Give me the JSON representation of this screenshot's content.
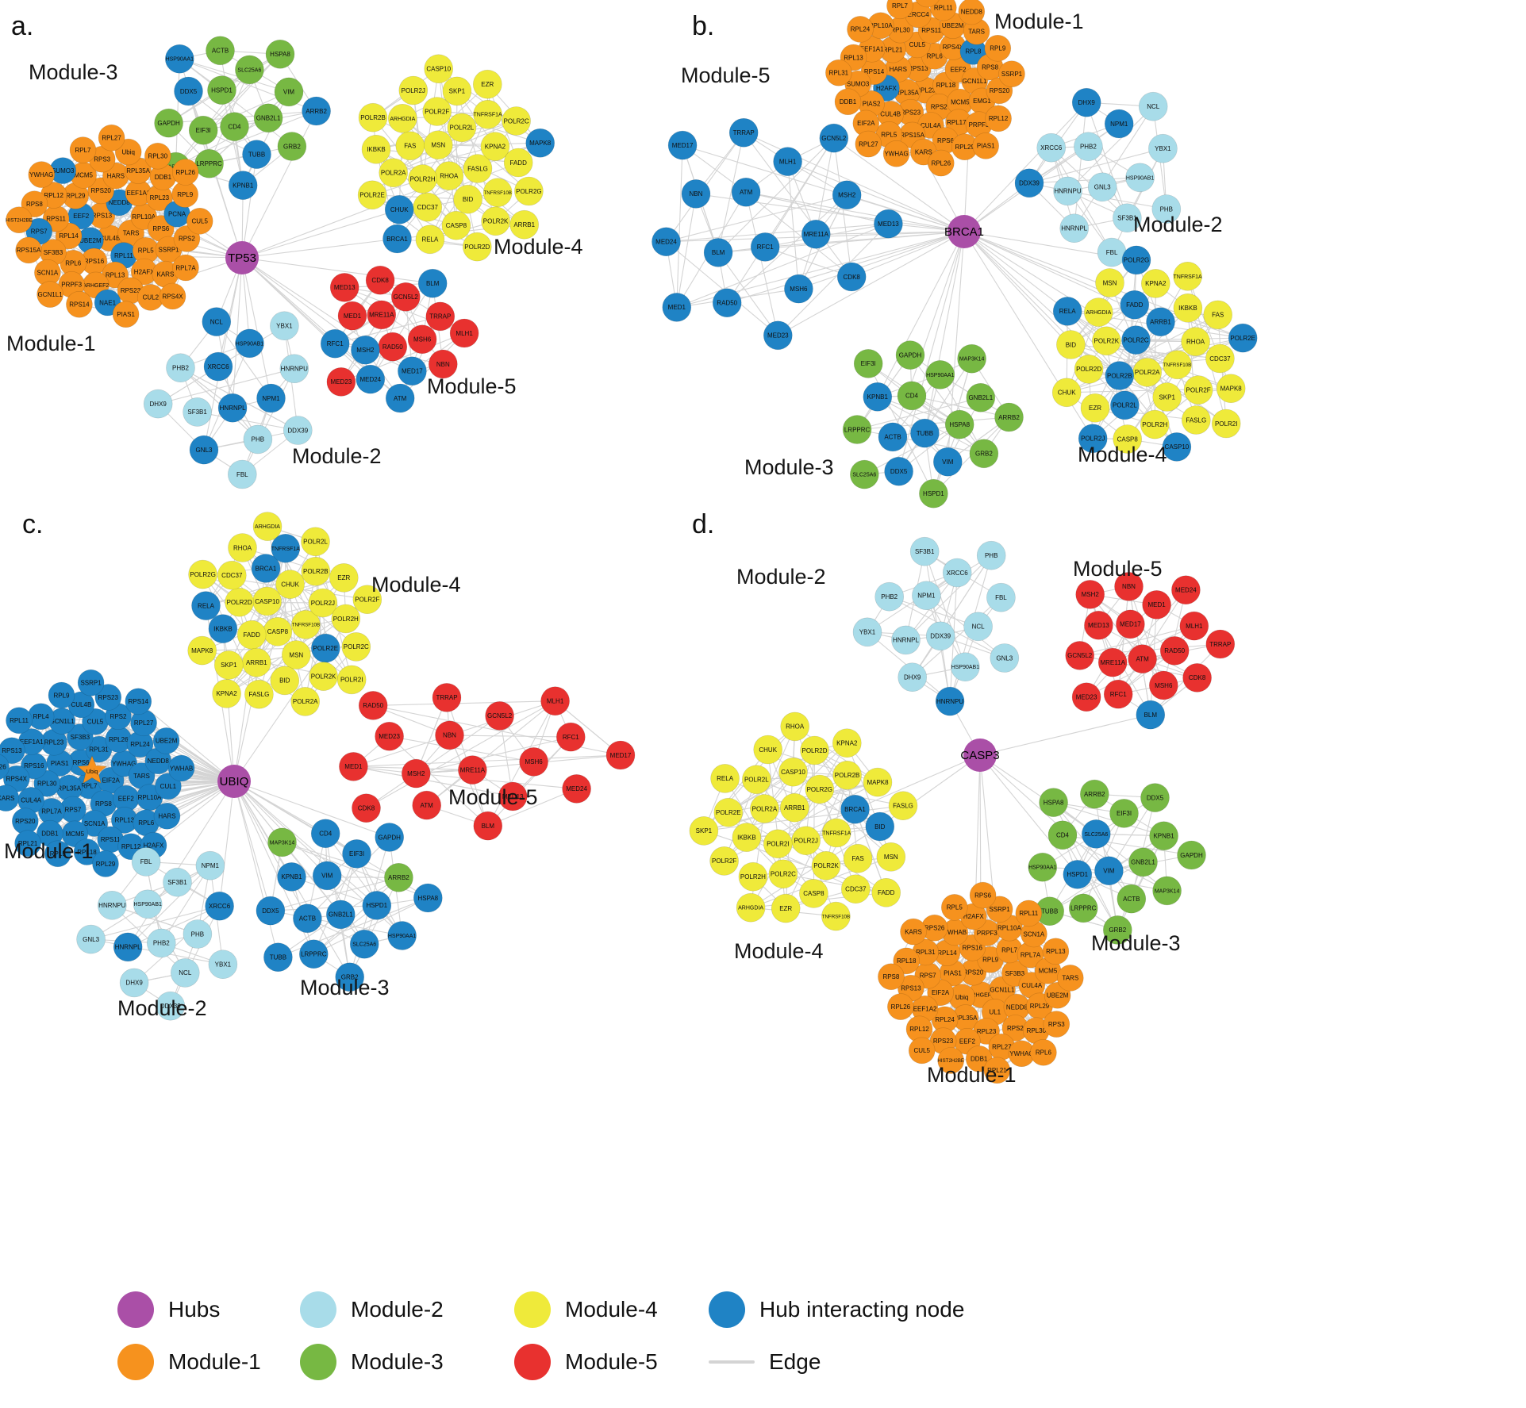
{
  "colors": {
    "hub": "#AA4FA7",
    "module1": "#F6921E",
    "module2": "#A8DCE9",
    "module3": "#77B843",
    "module4": "#EFEA3A",
    "module5": "#E8312F",
    "hub_interacting": "#1F83C5",
    "edge": "#D4D4D4"
  },
  "legend": [
    {
      "label": "Hubs",
      "color_key": "hub",
      "shape": "circle"
    },
    {
      "label": "Module-2",
      "color_key": "module2",
      "shape": "circle"
    },
    {
      "label": "Module-4",
      "color_key": "module4",
      "shape": "circle"
    },
    {
      "label": "Hub interacting node",
      "color_key": "hub_interacting",
      "shape": "circle"
    },
    {
      "label": "Module-1",
      "color_key": "module1",
      "shape": "circle"
    },
    {
      "label": "Module-3",
      "color_key": "module3",
      "shape": "circle"
    },
    {
      "label": "Module-5",
      "color_key": "module5",
      "shape": "circle"
    },
    {
      "label": "Edge",
      "color_key": "edge",
      "shape": "line"
    }
  ],
  "panels": [
    {
      "id": "a",
      "letter": "a.",
      "hub": "TP53",
      "modules": [
        {
          "key": "module3",
          "label": "Module-3",
          "nodes": [
            "CD4",
            "HSPD1",
            "GNB2L1",
            "EIF3I",
            "SLC25A6",
            "TUBB",
            "DDX5",
            "VIM",
            "LRPPRC",
            "ACTB",
            "GRB2",
            "GAPDH",
            "HSPA8",
            "KPNB1",
            "HSP90AA1",
            "ARRB2",
            "MAP3K14"
          ],
          "hub_interacting": [
            "TUBB",
            "DDX5",
            "KPNB1",
            "HSP90AA1",
            "ARRB2"
          ]
        },
        {
          "key": "module4",
          "label": "Module-4",
          "nodes": [
            "RHOA",
            "MSN",
            "FASLG",
            "POLR2H",
            "POLR2L",
            "BID",
            "FAS",
            "KPNA2",
            "CDC37",
            "POLR2F",
            "TNFRSF10B",
            "POLR2A",
            "TNFRSF1A",
            "CASP8",
            "ARHGDIA",
            "FADD",
            "CHUK",
            "SKP1",
            "POLR2K",
            "IKBKB",
            "POLR2C",
            "RELA",
            "POLR2J",
            "POLR2G",
            "POLR2E",
            "EZR",
            "POLR2D",
            "POLR2B",
            "MAPK8",
            "BRCA1",
            "CASP10",
            "ARRB1"
          ],
          "hub_interacting": [
            "CHUK",
            "MAPK8",
            "BRCA1"
          ]
        },
        {
          "key": "module1",
          "label": "Module-1",
          "nodes": [
            "CUL4B",
            "RPS13",
            "TARS",
            "UBE2M",
            "NEDD8",
            "RPL11",
            "EEF2",
            "RPL10A",
            "RPS16",
            "RPS20",
            "RPL5",
            "RPL14",
            "EEF1A1",
            "RPL13",
            "RPL29",
            "RPS6",
            "RPL6",
            "HARS",
            "H2AFX",
            "RPS11",
            "RPL23",
            "ARHGEF2",
            "MCM5",
            "SSRP1",
            "SF3B3",
            "RPL35A",
            "RPS23",
            "RPL12",
            "PCNA",
            "PRPF3",
            "RPS3",
            "KARS",
            "RPS7",
            "DDB1",
            "NAE1",
            "SUMO3",
            "RPS2",
            "SCN1A",
            "Ubiq",
            "CUL2",
            "RPS8",
            "RPL9",
            "RPS14",
            "RPL7",
            "RPL7A",
            "RPS15A",
            "RPL30",
            "PIAS1",
            "YWHAG",
            "CUL5",
            "GCN1L1",
            "RPL27",
            "RPS4X",
            "HIST2H2BE",
            "RPL26"
          ],
          "hub_interacting": [
            "RPL11",
            "EEF2",
            "UBE2M",
            "NEDD8",
            "RPS7",
            "PCNA",
            "SUMO3",
            "NAE1"
          ]
        },
        {
          "key": "module2",
          "label": "Module-2",
          "nodes": [
            "HNRNPL",
            "XRCC6",
            "NPM1",
            "SF3B1",
            "HSP90AB1",
            "PHB",
            "PHB2",
            "HNRNPU",
            "GNL3",
            "NCL",
            "DDX39",
            "DHX9",
            "YBX1",
            "FBL"
          ],
          "hub_interacting": [
            "HNRNPL",
            "XRCC6",
            "NPM1",
            "GNL3",
            "NCL",
            "HSP90AB1"
          ]
        },
        {
          "key": "module5",
          "label": "Module-5",
          "nodes": [
            "RAD50",
            "MRE11A",
            "MSH6",
            "MSH2",
            "GCN5L2",
            "MED17",
            "MED1",
            "TRRAP",
            "MED24",
            "CDK8",
            "NBN",
            "RFC1",
            "BLM",
            "ATM",
            "MED13",
            "MLH1",
            "MED23"
          ],
          "hub_interacting": [
            "MSH2",
            "MED17",
            "MED24",
            "BLM",
            "ATM",
            "RFC1"
          ]
        }
      ]
    },
    {
      "id": "b",
      "letter": "b.",
      "hub": "BRCA1",
      "modules": [
        {
          "key": "module5",
          "label": "Module-5",
          "nodes": [
            "RFC1",
            "ATM",
            "MRE11A",
            "BLM",
            "MLH1",
            "MSH6",
            "NBN",
            "MSH2",
            "RAD50",
            "TRRAP",
            "CDK8",
            "MED24",
            "GCN5L2",
            "MED23",
            "MED17",
            "MED13",
            "MED1"
          ],
          "hub_interacting": "all"
        },
        {
          "key": "module1",
          "label": "Module-1",
          "nodes": [
            "RPL23",
            "RPS13",
            "RPL18",
            "RPL35A",
            "RPL6",
            "RPS2",
            "HARS",
            "EEF2",
            "RPS23",
            "CUL5",
            "MCM5",
            "H2AFX",
            "RPS4X",
            "CUL4A",
            "RPL21",
            "GCN1L1",
            "CUL4B",
            "RPS11",
            "RPL17A",
            "RPS14",
            "RPL8",
            "RPS15A",
            "RPL30",
            "EMG1",
            "PIAS2",
            "UBE2M",
            "RPS6",
            "EEF1A1",
            "RPS8",
            "RPL5",
            "ERCC4",
            "PRPF3",
            "SUMO3",
            "TARS",
            "KARS",
            "RPL10A",
            "RPS20",
            "EIF2A",
            "RPL11",
            "RPL29",
            "RPL13",
            "RPL9",
            "YWHAG",
            "RPL7",
            "RPL12",
            "DDB1",
            "NEDD8",
            "RPL26",
            "RPL24",
            "SSRP1",
            "RPL27",
            "RPS26",
            "PIAS1",
            "RPL31"
          ],
          "hub_interacting": [
            "H2AFX",
            "RPL8"
          ]
        },
        {
          "key": "module2",
          "label": "Module-2",
          "nodes": [
            "GNL3",
            "PHB2",
            "HSP90AB1",
            "HNRNPU",
            "NPM1",
            "SF3B1",
            "XRCC6",
            "YBX1",
            "HNRNPL",
            "DHX9",
            "PHB",
            "DDX39",
            "NCL",
            "FBL"
          ],
          "hub_interacting": [
            "NPM1",
            "DHX9",
            "DDX39"
          ]
        },
        {
          "key": "module4",
          "label": "Module-4",
          "nodes": [
            "POLR2A",
            "POLR2C",
            "TNFRSF10B",
            "POLR2B",
            "ARRB1",
            "SKP1",
            "POLR2K",
            "RHOA",
            "POLR2L",
            "FADD",
            "POLR2F",
            "POLR2D",
            "IKBKB",
            "POLR2H",
            "ARHGDIA",
            "CDC37",
            "EZR",
            "KPNA2",
            "FASLG",
            "BID",
            "FAS",
            "CASP8",
            "MSN",
            "MAPK8",
            "CHUK",
            "TNFRSF1A",
            "CASP10",
            "RELA",
            "POLR2E",
            "POLR2J",
            "POLR2G",
            "POLR2I"
          ],
          "hub_interacting": [
            "POLR2C",
            "POLR2B",
            "ARRB1",
            "POLR2L",
            "FADD",
            "RELA",
            "POLR2E",
            "POLR2J",
            "POLR2G",
            "CASP10"
          ]
        },
        {
          "key": "module3",
          "label": "Module-3",
          "nodes": [
            "TUBB",
            "CD4",
            "HSPA8",
            "ACTB",
            "HSP90AA1",
            "VIM",
            "KPNB1",
            "GNB2L1",
            "DDX5",
            "GAPDH",
            "GRB2",
            "LRPPRC",
            "MAP3K14",
            "HSPD1",
            "EIF3I",
            "ARRB2",
            "SLC25A6"
          ],
          "hub_interacting": [
            "TUBB",
            "VIM",
            "DDX5",
            "ACTB",
            "KPNB1"
          ]
        }
      ]
    },
    {
      "id": "c",
      "letter": "c.",
      "hub": "UBIQ",
      "modules": [
        {
          "key": "module4",
          "label": "Module-4",
          "nodes": [
            "CASP8",
            "CASP10",
            "TNFRSF10B",
            "FADD",
            "CHUK",
            "MSN",
            "POLR2D",
            "POLR2J",
            "ARRB1",
            "BRCA1",
            "POLR2E",
            "IKBKB",
            "POLR2B",
            "BID",
            "CDC37",
            "POLR2H",
            "SKP1",
            "TNFRSF1A",
            "POLR2K",
            "RELA",
            "EZR",
            "FASLG",
            "RHOA",
            "POLR2C",
            "MAPK8",
            "POLR2L",
            "POLR2A",
            "POLR2G",
            "POLR2F",
            "KPNA2",
            "ARHGDIA",
            "POLR2I"
          ],
          "hub_interacting": [
            "BRCA1",
            "POLR2E",
            "RELA",
            "TNFRSF1A",
            "IKBKB"
          ]
        },
        {
          "key": "module1",
          "label": "Module-1",
          "nodes": [
            "RPL7",
            "RPS6",
            "EIF2A",
            "RPL35A",
            "RPL31",
            "RPS8",
            "PIAS1",
            "YWHAG",
            "RPS7",
            "SF3B3",
            "EEF2",
            "RPL30",
            "RPL26",
            "SCN1A",
            "RPL23",
            "TARS",
            "RPL7A",
            "CUL5",
            "RPL13",
            "RPS16",
            "RPL24",
            "MCM5",
            "GCN1L1",
            "RPL10A",
            "CUL4A",
            "RPS2",
            "RPS11",
            "EEF1A1",
            "NEDD8",
            "DDB1",
            "CUL4B",
            "RPL6",
            "RPS4X",
            "RPL27",
            "RPL18",
            "RPL4",
            "CUL1",
            "RPS20",
            "RPS23",
            "RPL12",
            "RPS13",
            "UBE2M",
            "RPL5",
            "RPL9",
            "HARS",
            "KARS",
            "RPS14",
            "RPL29",
            "RPL11",
            "YWHAB",
            "RPL21",
            "SSRP1",
            "H2AFX",
            "RPS26"
          ],
          "hub_interacting": "all",
          "star_node": "Ubiq"
        },
        {
          "key": "module5",
          "label": "Module-5",
          "nodes": [
            "MRE11A",
            "NBN",
            "MSH6",
            "MSH2",
            "GCN5L2",
            "MED13",
            "MED23",
            "RFC1",
            "ATM",
            "TRRAP",
            "MED24",
            "MED1",
            "MLH1",
            "BLM",
            "RAD50",
            "MED17",
            "CDK8"
          ],
          "hub_interacting": []
        },
        {
          "key": "module2",
          "label": "Module-2",
          "nodes": [
            "PHB2",
            "HSP90AB1",
            "PHB",
            "HNRNPL",
            "SF3B1",
            "NCL",
            "HNRNPU",
            "XRCC6",
            "DHX9",
            "FBL",
            "YBX1",
            "GNL3",
            "NPM1",
            "DDX39"
          ],
          "hub_interacting": [
            "HNRNPL",
            "XRCC6"
          ]
        },
        {
          "key": "module3",
          "label": "Module-3",
          "nodes": [
            "GNB2L1",
            "VIM",
            "HSPD1",
            "ACTB",
            "EIF3I",
            "SLC25A6",
            "KPNB1",
            "ARRB2",
            "LRPPRC",
            "CD4",
            "HSP90AA1",
            "DDX5",
            "GAPDH",
            "GRB2",
            "MAP3K14",
            "HSPA8",
            "TUBB"
          ],
          "hub_interacting": [
            "GNB2L1",
            "VIM",
            "HSPD1",
            "ACTB",
            "EIF3I",
            "SLC25A6",
            "KPNB1",
            "LRPPRC",
            "CD4",
            "HSP90AA1",
            "DDX5",
            "GAPDH",
            "GRB2",
            "HSPA8",
            "TUBB"
          ]
        }
      ]
    },
    {
      "id": "d",
      "letter": "d.",
      "hub": "CASP3",
      "modules": [
        {
          "key": "module2",
          "label": "Module-2",
          "nodes": [
            "DDX39",
            "NPM1",
            "NCL",
            "HNRNPL",
            "XRCC6",
            "HSP90AB1",
            "PHB2",
            "FBL",
            "DHX9",
            "SF3B1",
            "GNL3",
            "YBX1",
            "PHB",
            "HNRNPU"
          ],
          "hub_interacting": [
            "HNRNPU"
          ]
        },
        {
          "key": "module5",
          "label": "Module-5",
          "nodes": [
            "ATM",
            "MED17",
            "RAD50",
            "MRE11A",
            "MED1",
            "MSH6",
            "MED13",
            "MLH1",
            "RFC1",
            "NBN",
            "CDK8",
            "GCN5L2",
            "MED24",
            "BLM",
            "MSH2",
            "TRRAP",
            "MED23"
          ],
          "hub_interacting": [
            "BLM"
          ]
        },
        {
          "key": "module4",
          "label": "Module-4",
          "nodes": [
            "POLR2J",
            "ARRB1",
            "TNFRSF1A",
            "POLR2I",
            "POLR2G",
            "POLR2K",
            "POLR2A",
            "BRCA1",
            "POLR2C",
            "CASP10",
            "FAS",
            "IKBKB",
            "POLR2B",
            "CASP8",
            "POLR2L",
            "BID",
            "POLR2H",
            "POLR2D",
            "CDC37",
            "POLR2E",
            "MAPK8",
            "EZR",
            "CHUK",
            "MSN",
            "POLR2F",
            "KPNA2",
            "TNFRSF10B",
            "RELA",
            "FASLG",
            "ARHGDIA",
            "RHOA",
            "FADD",
            "SKP1"
          ],
          "hub_interacting": [
            "BRCA1",
            "BID"
          ]
        },
        {
          "key": "module3",
          "label": "Module-3",
          "nodes": [
            "VIM",
            "SLC25A6",
            "GNB2L1",
            "HSPD1",
            "EIF3I",
            "ACTB",
            "CD4",
            "KPNB1",
            "LRPPRC",
            "ARRB2",
            "MAP3K14",
            "HSP90AA1",
            "DDX5",
            "GRB2",
            "HSPA8",
            "GAPDH",
            "TUBB"
          ],
          "hub_interacting": [
            "VIM",
            "SLC25A6",
            "HSPD1"
          ]
        },
        {
          "key": "module1",
          "label": "Module-1",
          "nodes": [
            "ARHGEF2",
            "RPS20",
            "GCN1L1",
            "Ubiq",
            "RPL9",
            "UL1",
            "PIAS1",
            "SF3B3",
            "RPL35A",
            "RPS16",
            "NEDD8",
            "EIF2A",
            "RPL7",
            "RPL23",
            "RPL14",
            "CUL4A",
            "RPL24",
            "PRPF3",
            "RPS2",
            "RPS7",
            "RPL7A",
            "EEF2",
            "YWHAB",
            "RPL29",
            "EEF1A2",
            "RPL10A",
            "RPL27",
            "RPL31",
            "MCM5",
            "RPS23",
            "H2AFX",
            "RPL30",
            "RPS13",
            "SCN1A",
            "DDB1",
            "RPS26",
            "UBE2M",
            "RPL12",
            "SSRP1",
            "YWHAG",
            "RPL18",
            "RPL13",
            "HIST2H2BE",
            "RPL5",
            "RPS3",
            "RPL26",
            "RPL11",
            "RPL21",
            "KARS",
            "TARS",
            "CUL5",
            "RPS6",
            "RPL6",
            "RPS8"
          ],
          "hub_interacting": [],
          "hub_links": 3
        }
      ]
    }
  ]
}
